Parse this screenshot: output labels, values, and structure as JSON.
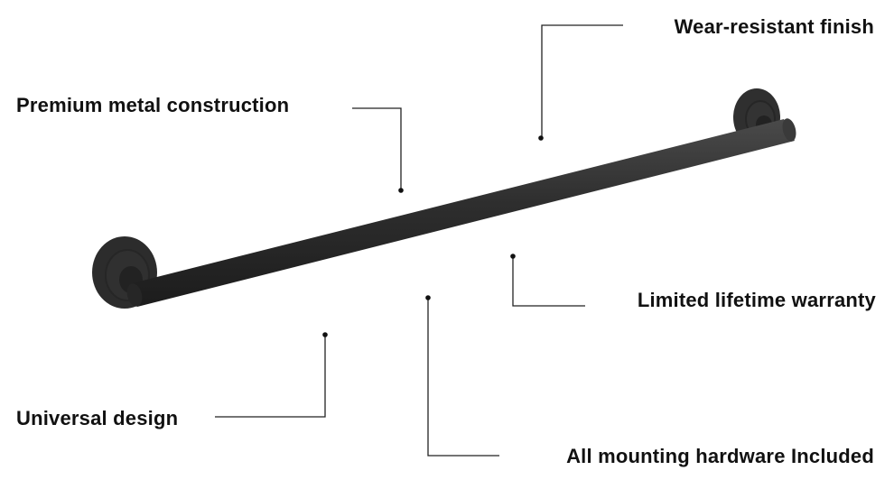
{
  "callouts": {
    "wear": "Wear-resistant finish",
    "premium": "Premium metal construction",
    "warranty": "Limited lifetime warranty",
    "universal": "Universal design",
    "hardware": "All mounting hardware Included"
  },
  "colors": {
    "bar": "#2b2b2b",
    "text": "#111111",
    "line": "#222222"
  }
}
